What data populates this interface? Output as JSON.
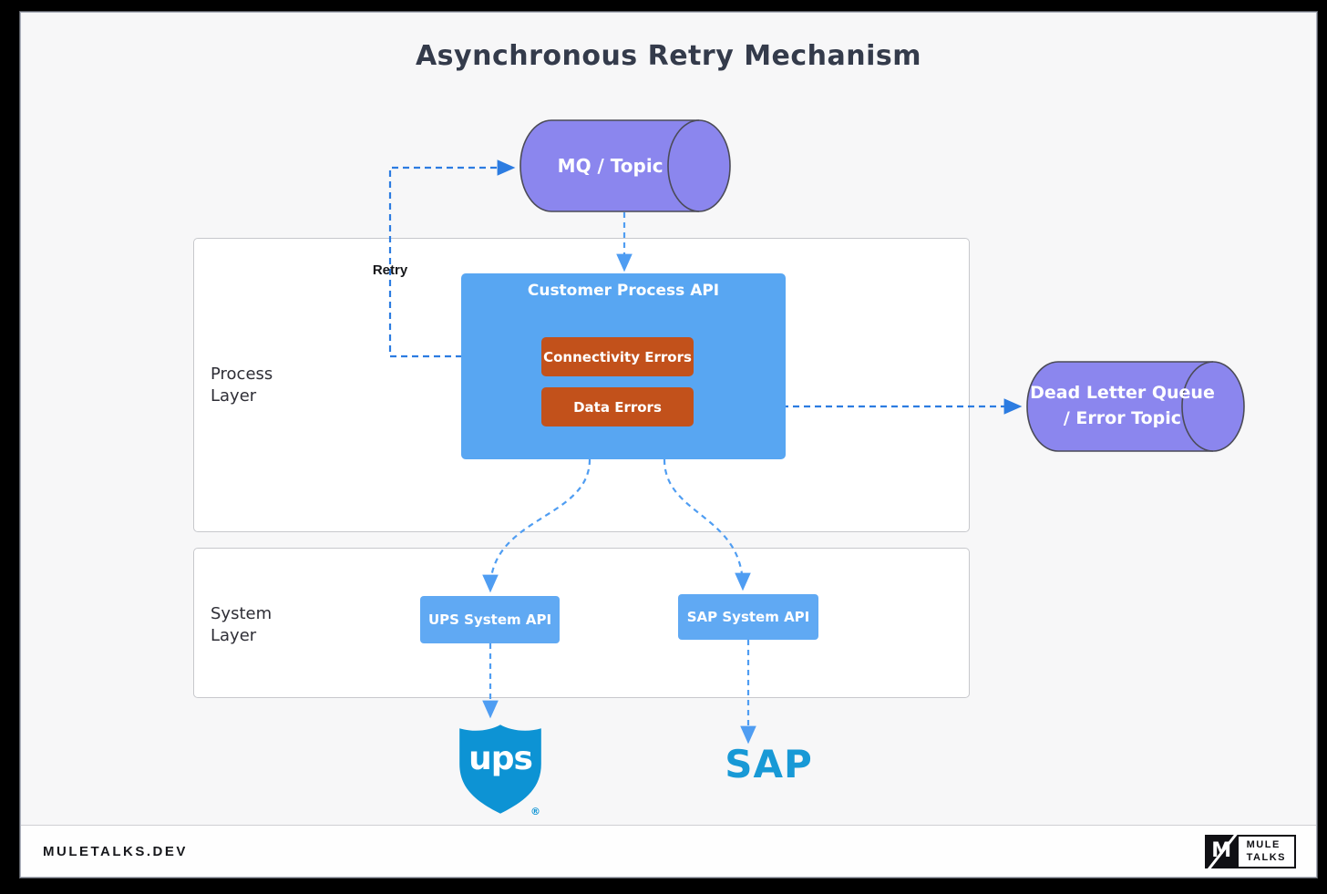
{
  "title": "Asynchronous Retry Mechanism",
  "nodes": {
    "mq": {
      "label": "MQ / Topic"
    },
    "customer_process_api": {
      "label": "Customer Process API"
    },
    "connectivity_errors": {
      "label": "Connectivity Errors"
    },
    "data_errors": {
      "label": "Data Errors"
    },
    "dead_letter_queue": {
      "label_line1": "Dead Letter Queue",
      "label_line2": "/ Error Topic"
    },
    "ups_system_api": {
      "label": "UPS System API"
    },
    "sap_system_api": {
      "label": "SAP System API"
    }
  },
  "layers": {
    "process": {
      "label_line1": "Process",
      "label_line2": "Layer"
    },
    "system": {
      "label_line1": "System",
      "label_line2": "Layer"
    }
  },
  "edges": {
    "retry_label": "Retry"
  },
  "logos": {
    "ups_wordmark": "ups",
    "ups_registered": "®",
    "sap_wordmark": "SAP"
  },
  "footer": {
    "site": "MULETALKS.DEV",
    "logo_monogram": "M",
    "logo_line1": "MULE",
    "logo_line2": "TALKS"
  },
  "colors": {
    "queue_purple": "#8b86ee",
    "process_api_blue": "#58a6f2",
    "system_api_blue": "#60a9f3",
    "error_orange": "#c2511b",
    "connector_blue_dark": "#2c7ce1",
    "connector_blue_light": "#4f9df2",
    "ups_blue": "#0d93d4",
    "sap_blue": "#1899d6",
    "title_slate": "#343b4b",
    "canvas_bg": "#f7f7f8",
    "frame_black": "#000000"
  }
}
